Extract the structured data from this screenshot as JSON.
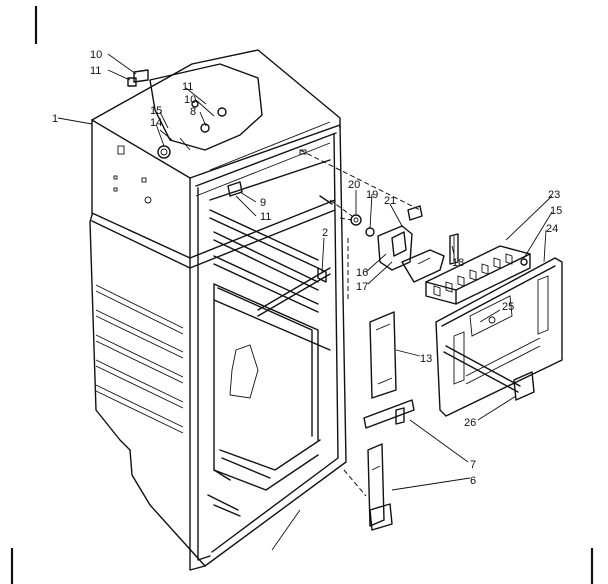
{
  "callouts": {
    "c1": "1",
    "c2": "2",
    "c6": "6",
    "c7": "7",
    "c8": "8",
    "c9": "9",
    "c10a": "10",
    "c10b": "10",
    "c11a": "11",
    "c11b": "11",
    "c11c": "11",
    "c13": "13",
    "c14": "14",
    "c15a": "15",
    "c15b": "15",
    "c16": "16",
    "c17": "17",
    "c18": "18",
    "c19": "19",
    "c20": "20",
    "c21": "21",
    "c23": "23",
    "c24": "24",
    "c25": "25",
    "c26": "26"
  }
}
